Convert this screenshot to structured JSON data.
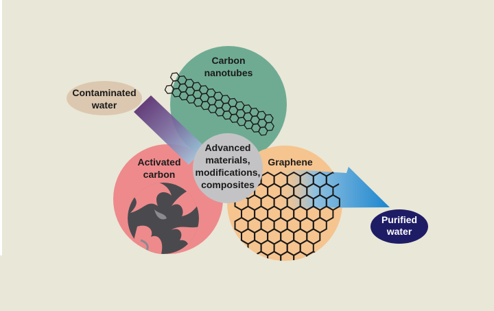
{
  "nodes": {
    "contaminated": {
      "line1": "Contaminated",
      "line2": "water"
    },
    "nanotubes": {
      "line1": "Carbon",
      "line2": "nanotubes"
    },
    "center": {
      "line1": "Advanced",
      "line2": "materials,",
      "line3": "modifications,",
      "line4": "composites"
    },
    "activated": {
      "line1": "Activated",
      "line2": "carbon"
    },
    "graphene": {
      "line1": "Graphene"
    },
    "purified": {
      "line1": "Purified",
      "line2": "water"
    }
  },
  "colors": {
    "background": "#e9e7d7",
    "nanotubes": "#6fab93",
    "activated": "#ee8a8c",
    "graphene": "#f6c48f",
    "center": "#c3c3c5",
    "contaminated": "#dcc8b0",
    "purified": "#1f1c66",
    "arrow_in": "#4a1760",
    "arrow_out": "#1b86cf"
  }
}
